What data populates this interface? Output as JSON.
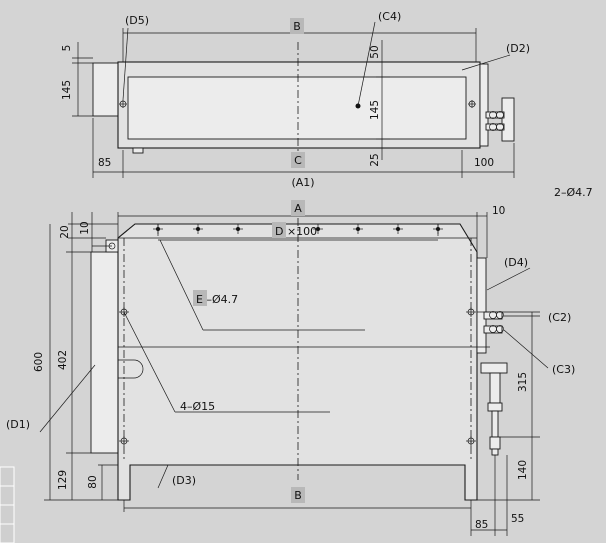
{
  "top_view": {
    "label_B": "B",
    "label_C": "C",
    "label_A1": "(A1)",
    "label_C4": "(C4)",
    "label_D5": "(D5)",
    "label_D2": "(D2)",
    "dim_5": "5",
    "dim_145_left": "145",
    "dim_50": "50",
    "dim_145_mid": "145",
    "dim_25": "25",
    "dim_85": "85",
    "dim_100": "100"
  },
  "front_view": {
    "label_A": "A",
    "label_B": "B",
    "label_D": "D ×100",
    "label_E": "E –Ø4.7",
    "label_4x15": "4–Ø15",
    "label_2x47": "2–Ø4.7",
    "label_D1": "(D1)",
    "label_D3": "(D3)",
    "label_D4": "(D4)",
    "label_C2": "(C2)",
    "label_C3": "(C3)",
    "dim_20": "20",
    "dim_10_left": "10",
    "dim_10_right": "10",
    "dim_600": "600",
    "dim_402": "402",
    "dim_129": "129",
    "dim_80": "80",
    "dim_315": "315",
    "dim_140": "140",
    "dim_85": "85",
    "dim_55": "55"
  },
  "colors": {
    "background": "#d4d4d4",
    "line": "#1a1a1a",
    "tag": "#b8b8b8"
  }
}
